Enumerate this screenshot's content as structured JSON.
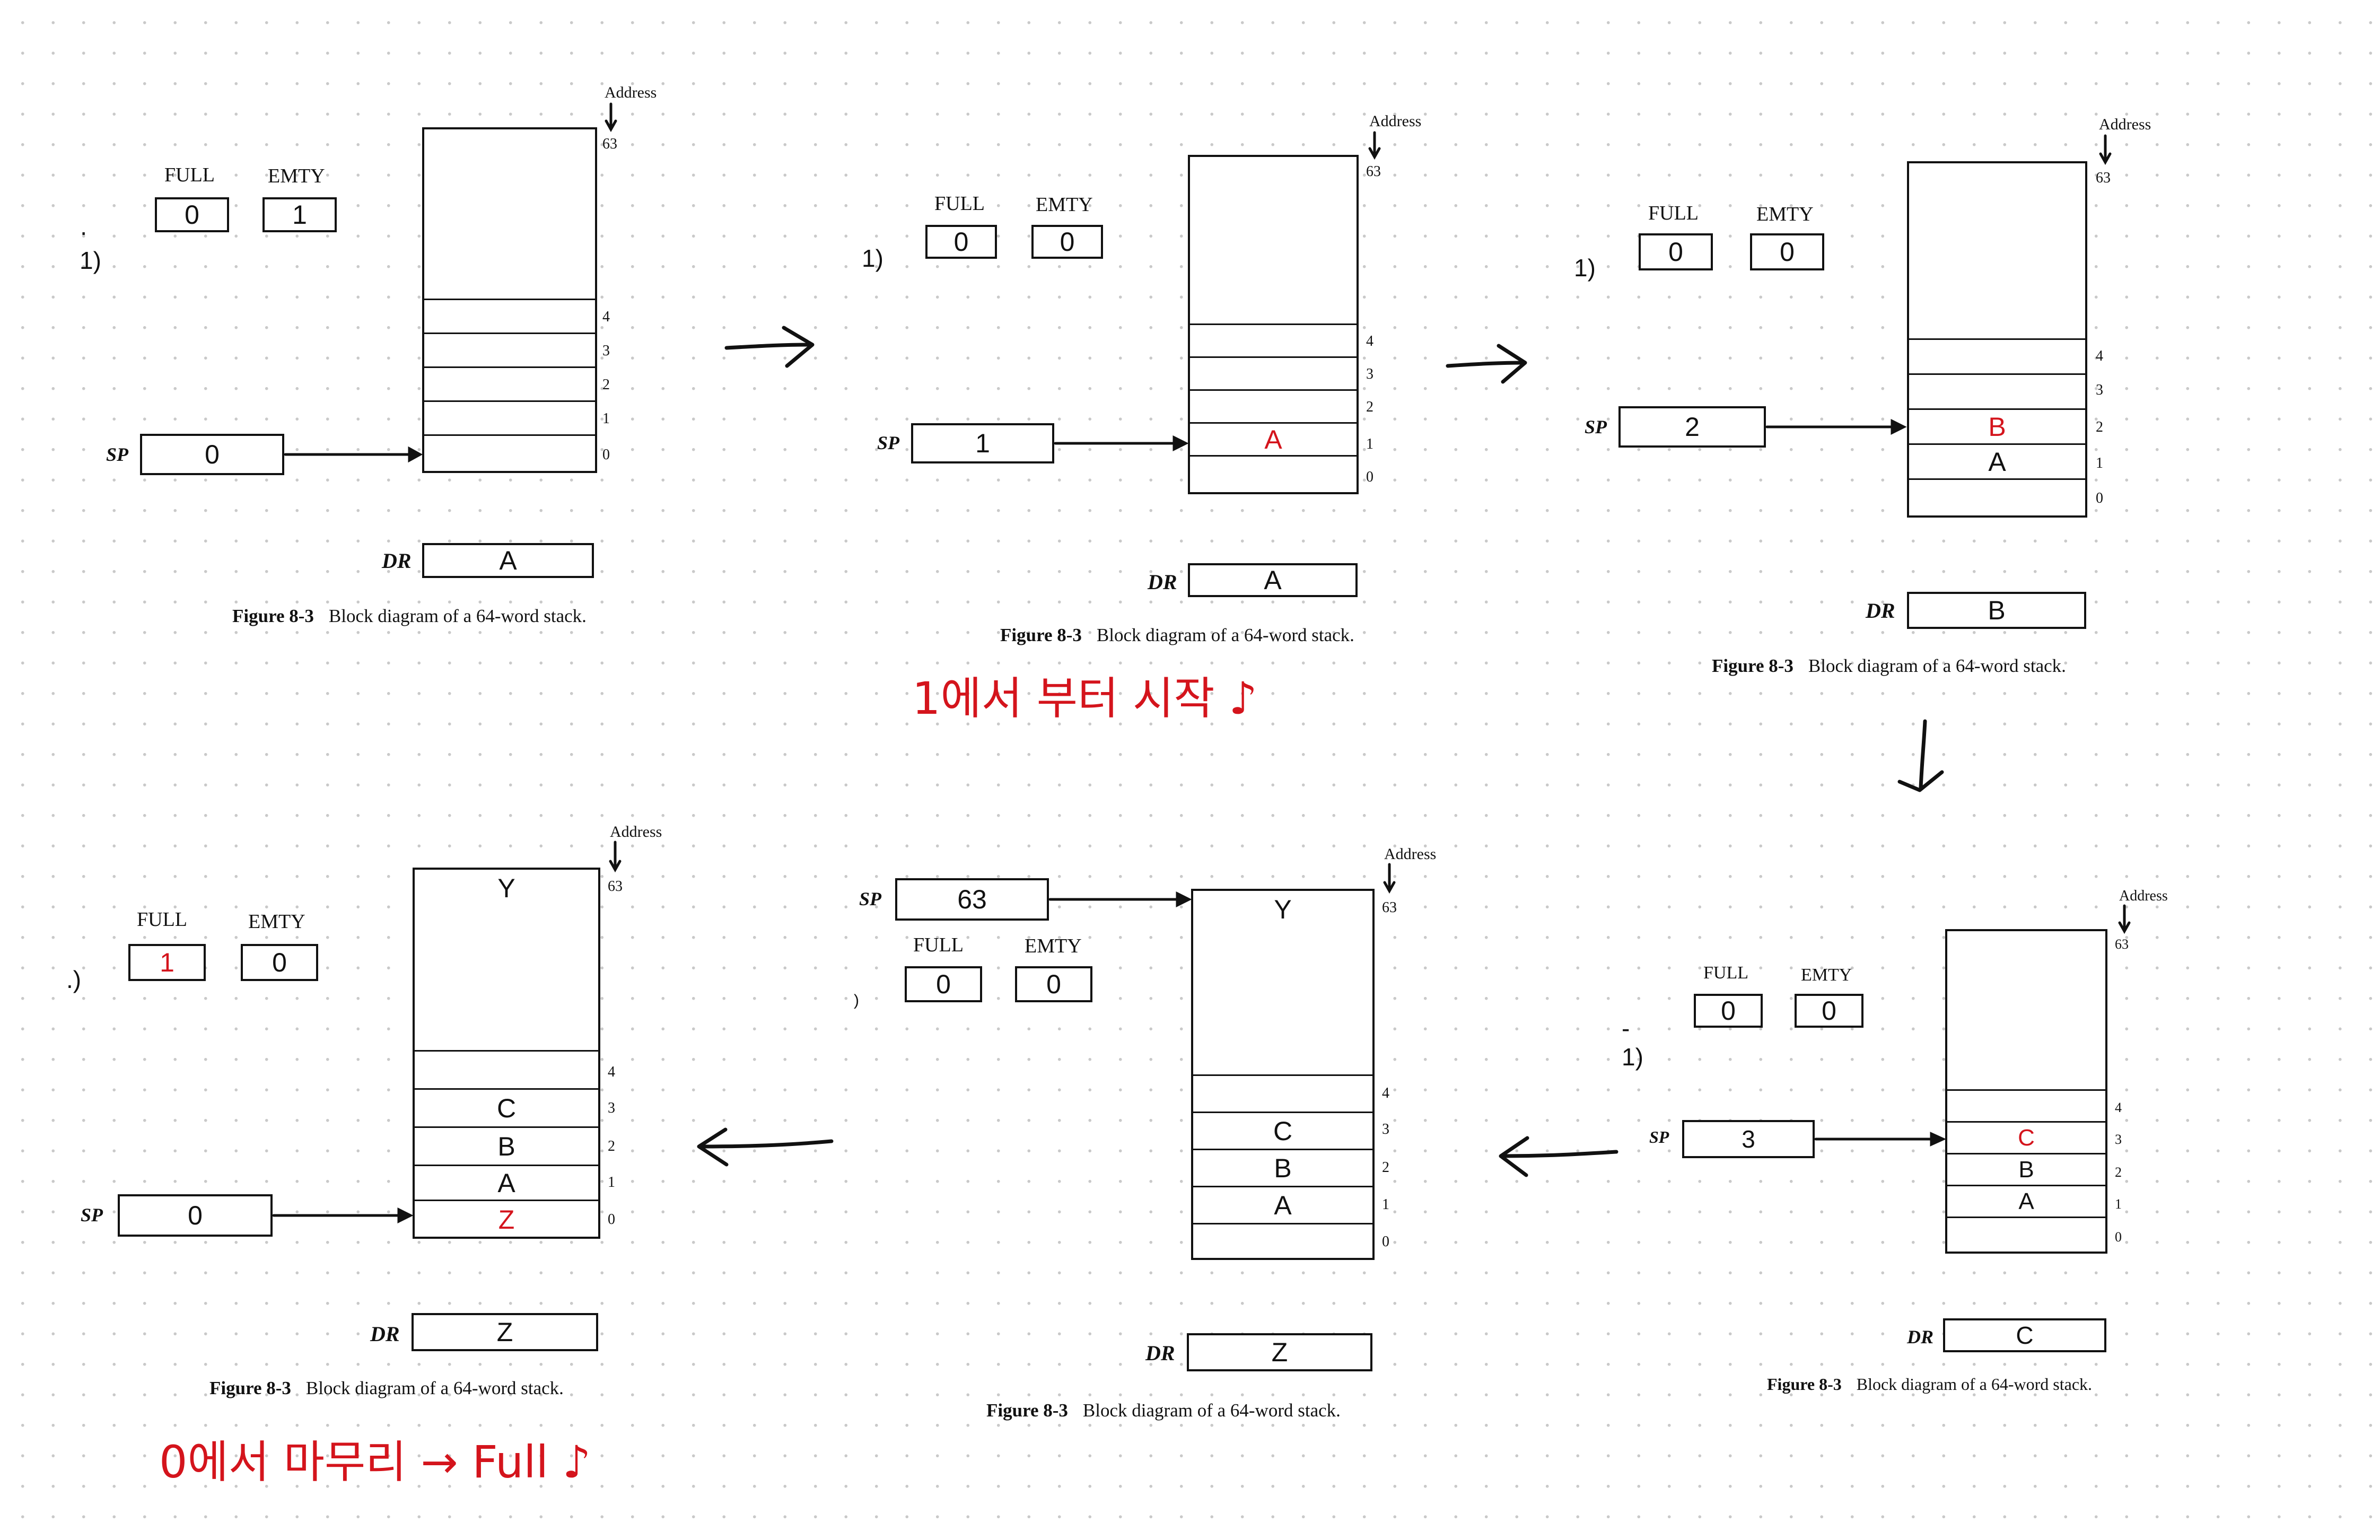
{
  "labels": {
    "full": "FULL",
    "empty": "EMTY",
    "sp": "SP",
    "dr": "DR",
    "address": "Address",
    "addr_63": "63",
    "addr_4": "4",
    "addr_3": "3",
    "addr_2": "2",
    "addr_1": "1",
    "addr_0": "0",
    "figure_no": "Figure 8-3",
    "figure_caption": "Block diagram of a 64-word stack."
  },
  "steps": [
    {
      "side": "· 1)",
      "full": "0",
      "empty": "1",
      "sp": "0",
      "dr": "A",
      "cells": {
        "c63": "",
        "c3": "",
        "c2": "",
        "c1": "",
        "c0": ""
      }
    },
    {
      "side": "1)",
      "full": "0",
      "empty": "0",
      "sp": "1",
      "dr": "A",
      "cells": {
        "c63": "",
        "c3": "",
        "c2": "",
        "c1": "A",
        "c0": ""
      }
    },
    {
      "side": "1)",
      "full": "0",
      "empty": "0",
      "sp": "2",
      "dr": "B",
      "cells": {
        "c63": "",
        "c3": "",
        "c2": "B",
        "c1": "A",
        "c0": ""
      }
    },
    {
      "side": "- 1)",
      "full": "0",
      "empty": "0",
      "sp": "3",
      "dr": "C",
      "cells": {
        "c63": "",
        "c3": "C",
        "c2": "B",
        "c1": "A",
        "c0": ""
      }
    },
    {
      "side": ")",
      "full": "0",
      "empty": "0",
      "sp": "63",
      "dr": "Z",
      "cells": {
        "c63": "Y",
        "c3": "C",
        "c2": "B",
        "c1": "A",
        "c0": ""
      }
    },
    {
      "side": ".)",
      "full": "1",
      "empty": "0",
      "sp": "0",
      "dr": "Z",
      "cells": {
        "c63": "Y",
        "c3": "C",
        "c2": "B",
        "c1": "A",
        "c0": "Z"
      }
    }
  ],
  "annotations": {
    "start_note": "1에서 부터 시작 ♪",
    "finish_note": "0에서 마무리 → Full ♪"
  },
  "colors": {
    "highlight": "#d4141c",
    "ink": "#111111"
  }
}
